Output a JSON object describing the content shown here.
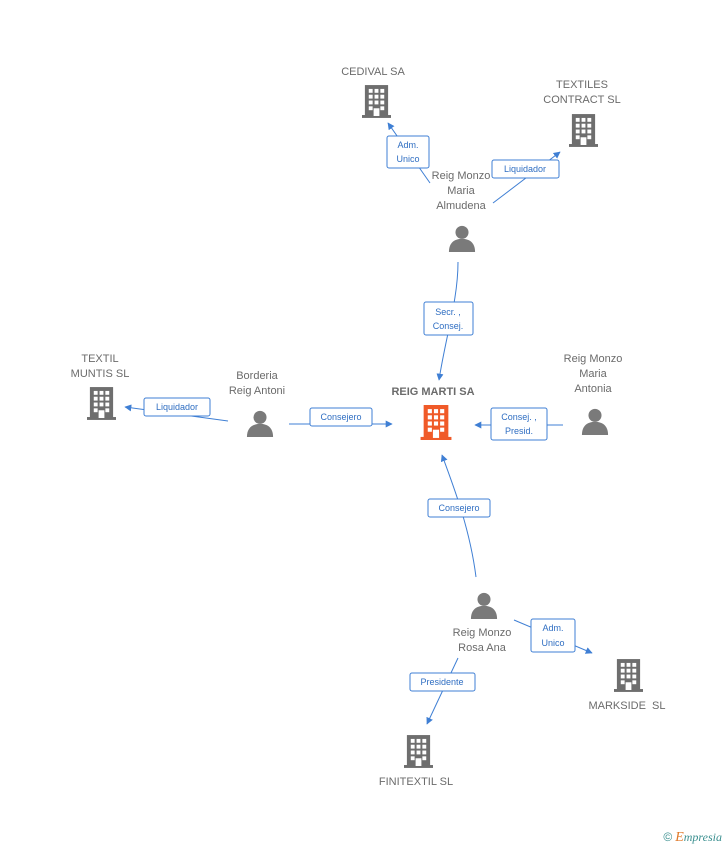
{
  "colors": {
    "company": "#6e6e6e",
    "company_center": "#f05a28",
    "person": "#7a7a7a",
    "edge": "#3f7fd4",
    "edge_text": "#2f6ec2"
  },
  "nodes": [
    {
      "id": "reig_marti",
      "kind": "company",
      "center": true,
      "icon": "building-icon",
      "label": [
        "REIG MARTI SA"
      ]
    },
    {
      "id": "cedival",
      "kind": "company",
      "icon": "building-icon",
      "label": [
        "CEDIVAL SA"
      ]
    },
    {
      "id": "textiles_contract",
      "kind": "company",
      "icon": "building-icon",
      "label": [
        "TEXTILES",
        "CONTRACT SL"
      ]
    },
    {
      "id": "textil_muntis",
      "kind": "company",
      "icon": "building-icon",
      "label": [
        "TEXTIL",
        "MUNTIS SL"
      ]
    },
    {
      "id": "markside",
      "kind": "company",
      "icon": "building-icon",
      "label": [
        "MARKSIDE  SL"
      ]
    },
    {
      "id": "finitextil",
      "kind": "company",
      "icon": "building-icon",
      "label": [
        "FINITEXTIL SL"
      ]
    },
    {
      "id": "reig_monzo_almudena",
      "kind": "person",
      "icon": "person-icon",
      "label": [
        "Reig Monzo",
        "Maria",
        "Almudena"
      ]
    },
    {
      "id": "borderia",
      "kind": "person",
      "icon": "person-icon",
      "label": [
        "Borderia",
        "Reig Antoni"
      ]
    },
    {
      "id": "reig_monzo_antonia",
      "kind": "person",
      "icon": "person-icon",
      "label": [
        "Reig Monzo",
        "Maria",
        "Antonia"
      ]
    },
    {
      "id": "reig_monzo_rosa",
      "kind": "person",
      "icon": "person-icon",
      "label": [
        "Reig Monzo",
        "Rosa Ana"
      ]
    }
  ],
  "edges": [
    {
      "id": "e1",
      "label": [
        "Adm.",
        "Unico"
      ]
    },
    {
      "id": "e2",
      "label": [
        "Liquidador"
      ]
    },
    {
      "id": "e3",
      "label": [
        "Secr. ,",
        "Consej."
      ]
    },
    {
      "id": "e4",
      "label": [
        "Liquidador"
      ]
    },
    {
      "id": "e5",
      "label": [
        "Consejero"
      ]
    },
    {
      "id": "e6",
      "label": [
        "Consej. ,",
        "Presid."
      ]
    },
    {
      "id": "e7",
      "label": [
        "Consejero"
      ]
    },
    {
      "id": "e8",
      "label": [
        "Adm.",
        "Unico"
      ]
    },
    {
      "id": "e9",
      "label": [
        "Presidente"
      ]
    }
  ],
  "brand": {
    "copyright": "©",
    "first_letter": "E",
    "rest": "mpresia"
  }
}
